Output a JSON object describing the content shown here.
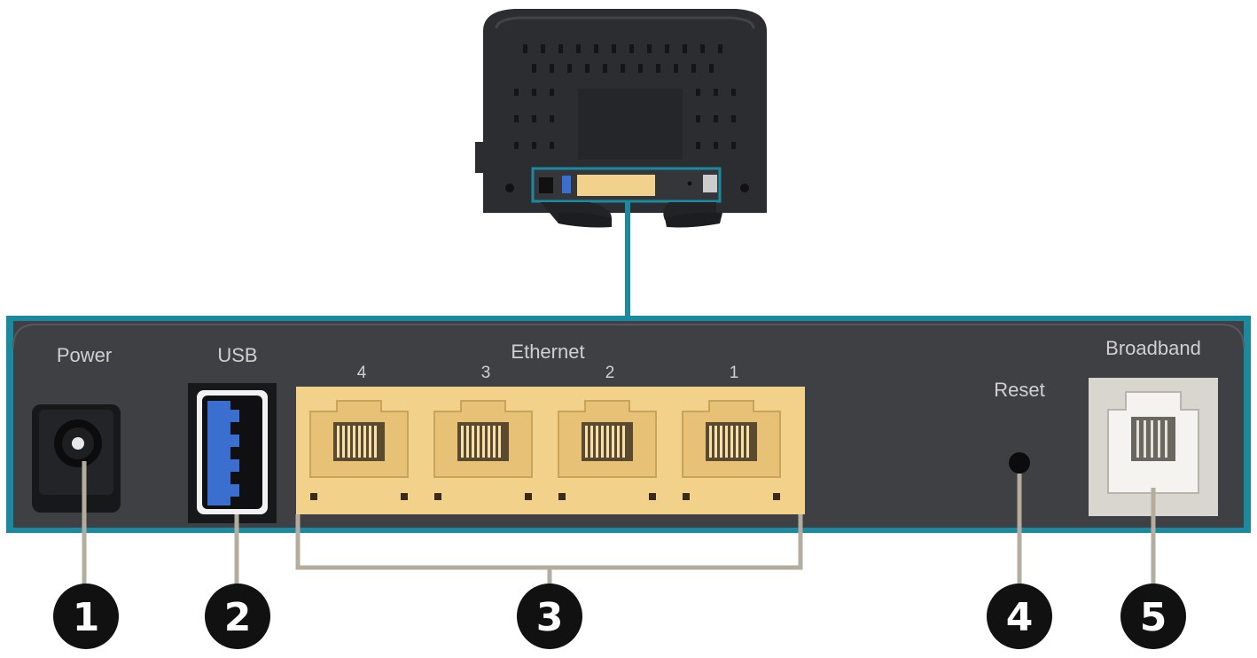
{
  "panel_labels": {
    "power": "Power",
    "usb": "USB",
    "ethernet": "Ethernet",
    "reset": "Reset",
    "broadband": "Broadband"
  },
  "ethernet_port_numbers": [
    "4",
    "3",
    "2",
    "1"
  ],
  "callouts": [
    "1",
    "2",
    "3",
    "4",
    "5"
  ],
  "colors": {
    "highlight_frame": "#1a8aa0",
    "leader_lines": "#b5aca0",
    "panel": "#3e4044",
    "ethernet_ports": "#f2d28a",
    "usb_port": "#3a6fd0",
    "callout_circle": "#111111"
  },
  "icons": {
    "router": "router-rear-view",
    "power_port": "dc-power-jack-icon",
    "usb_port": "usb-a-port-icon",
    "ethernet_port": "rj45-port-icon",
    "reset_button": "pinhole-reset-icon",
    "broadband_port": "rj11-port-icon"
  }
}
